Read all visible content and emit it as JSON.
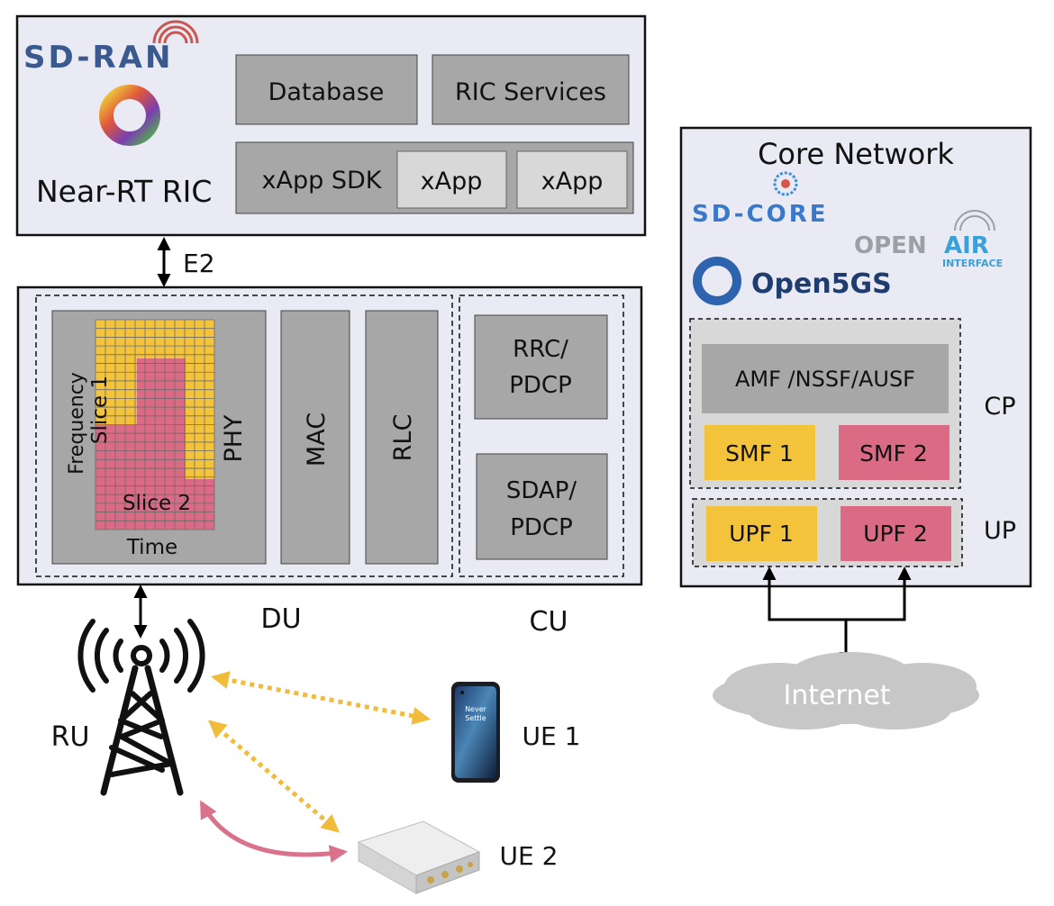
{
  "colors": {
    "panel": "#e9eaf3",
    "block": "#a7a7a7",
    "block_light": "#d8d8d8",
    "slice1": "#f4c33c",
    "slice2": "#db6b84",
    "wireless_arrow": "#f1bc3a",
    "ue2_arrow": "#d9738c",
    "cloud": "#c7c7c7",
    "sdran_blue": "#3a5a8f",
    "sdran_red": "#c9574f"
  },
  "ric": {
    "logo_text": "SD-RAN",
    "title": "Near-RT RIC",
    "database": "Database",
    "ric_services": "RIC Services",
    "xapp_sdk": "xApp SDK",
    "xapp_1": "xApp",
    "xapp_2": "xApp"
  },
  "e2_label": "E2",
  "ran": {
    "phy": "PHY",
    "mac": "MAC",
    "rlc": "RLC",
    "frequency": "Frequency",
    "time": "Time",
    "slice1": "Slice 1",
    "slice2": "Slice 2",
    "rrc_pdcp": [
      "RRC/",
      "PDCP"
    ],
    "sdap_pdcp": [
      "SDAP/",
      "PDCP"
    ],
    "du": "DU",
    "cu": "CU"
  },
  "core": {
    "title": "Core Network",
    "sdcore_logo": "SD-CORE",
    "oai_logo_open": "OPEN",
    "oai_logo_air": "AIR",
    "oai_logo_interface": "INTERFACE",
    "open5gs_logo": "Open5GS",
    "amf": "AMF /NSSF/AUSF",
    "smf1": "SMF 1",
    "smf2": "SMF 2",
    "upf1": "UPF 1",
    "upf2": "UPF 2",
    "cp": "CP",
    "up": "UP"
  },
  "internet": "Internet",
  "ru": "RU",
  "ue1": "UE 1",
  "ue2": "UE 2",
  "phone_screen_text": [
    "Never",
    "Settle"
  ]
}
